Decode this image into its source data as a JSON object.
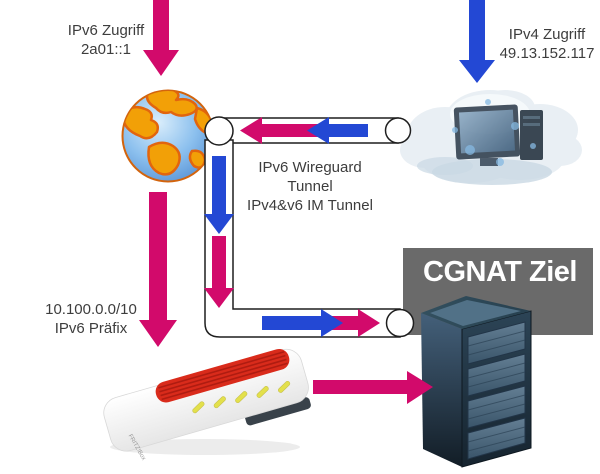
{
  "diagram": {
    "ipv6_access": {
      "line1": "IPv6 Zugriff",
      "line2": "2a01::1"
    },
    "ipv4_access": {
      "line1": "IPv4 Zugriff",
      "line2": "49.13.152.117"
    },
    "tunnel": {
      "line1": "IPv6 Wireguard",
      "line2": "Tunnel",
      "line3": "IPv4&v6 IM Tunnel"
    },
    "prefix": {
      "line1": "10.100.0.0/10",
      "line2": "IPv6 Präfix"
    },
    "cgnat": {
      "title": "CGNAT Ziel"
    },
    "router": {
      "brand": "FRITZ!Box"
    },
    "colors": {
      "ipv6_arrow": "#d20a6b",
      "ipv4_arrow": "#2348d4",
      "pipe_stroke": "#1f1f1f",
      "label_text": "#3d3d3d",
      "cgnat_bg": "#6a6a6a",
      "cgnat_text": "#ffffff"
    }
  }
}
